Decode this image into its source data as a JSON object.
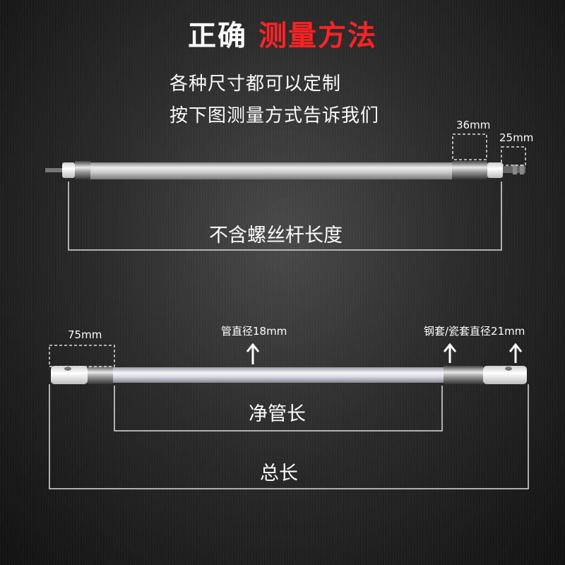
{
  "title": {
    "prefix": "正确",
    "highlight": "测量方法"
  },
  "subtitle": {
    "line1": "各种尺寸都可以定制",
    "line2": "按下图测量方式告诉我们"
  },
  "top_diagram": {
    "cap_width": "36mm",
    "screw_width": "25mm",
    "length_label": "不含螺丝杆长度"
  },
  "bottom_diagram": {
    "end_width": "75mm",
    "tube_diameter": "管直径18mm",
    "sleeve_diameter": "钢套/瓷套直径21mm",
    "net_length": "净管长",
    "total_length": "总长"
  },
  "colors": {
    "highlight": "#ff2222",
    "text": "#ffffff",
    "background": "#2b2b2b"
  }
}
